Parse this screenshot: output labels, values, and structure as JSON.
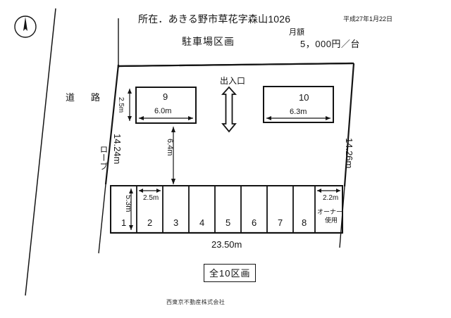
{
  "document": {
    "address_label": "所在",
    "address": "所在．あきる野市草花字森山1026",
    "subtitle": "駐車場区画",
    "date": "平成27年1月22日",
    "fee_label": "月額",
    "fee_value": "5，000円／台",
    "total_box": "全10区画",
    "company": "西東京不動産株式会社"
  },
  "icons": {
    "compass": "north-arrow",
    "entrance_arrow": "double-arrow-vertical"
  },
  "map": {
    "road_label": "道　路",
    "rope_label": "ロープ",
    "entrance_label": "出入口",
    "boundary_left_length": "14.24m",
    "boundary_right_length": "14.26m",
    "gap_between_rows": "6.4m",
    "total_width": "23.50m"
  },
  "top_row": {
    "stalls": [
      {
        "number": "9",
        "width": "6.0m",
        "depth": "2.5m"
      },
      {
        "number": "10",
        "width": "6.3m"
      }
    ]
  },
  "bottom_row": {
    "depth": "5.3m",
    "standard_width": "2.5m",
    "owner_width": "2.2m",
    "owner_label_line1": "オーナー",
    "owner_label_line2": "使用",
    "stalls": [
      {
        "number": "1"
      },
      {
        "number": "2"
      },
      {
        "number": "3"
      },
      {
        "number": "4"
      },
      {
        "number": "5"
      },
      {
        "number": "6"
      },
      {
        "number": "7"
      },
      {
        "number": "8"
      }
    ]
  },
  "colors": {
    "ink": "#141414",
    "paper": "#ffffff"
  }
}
